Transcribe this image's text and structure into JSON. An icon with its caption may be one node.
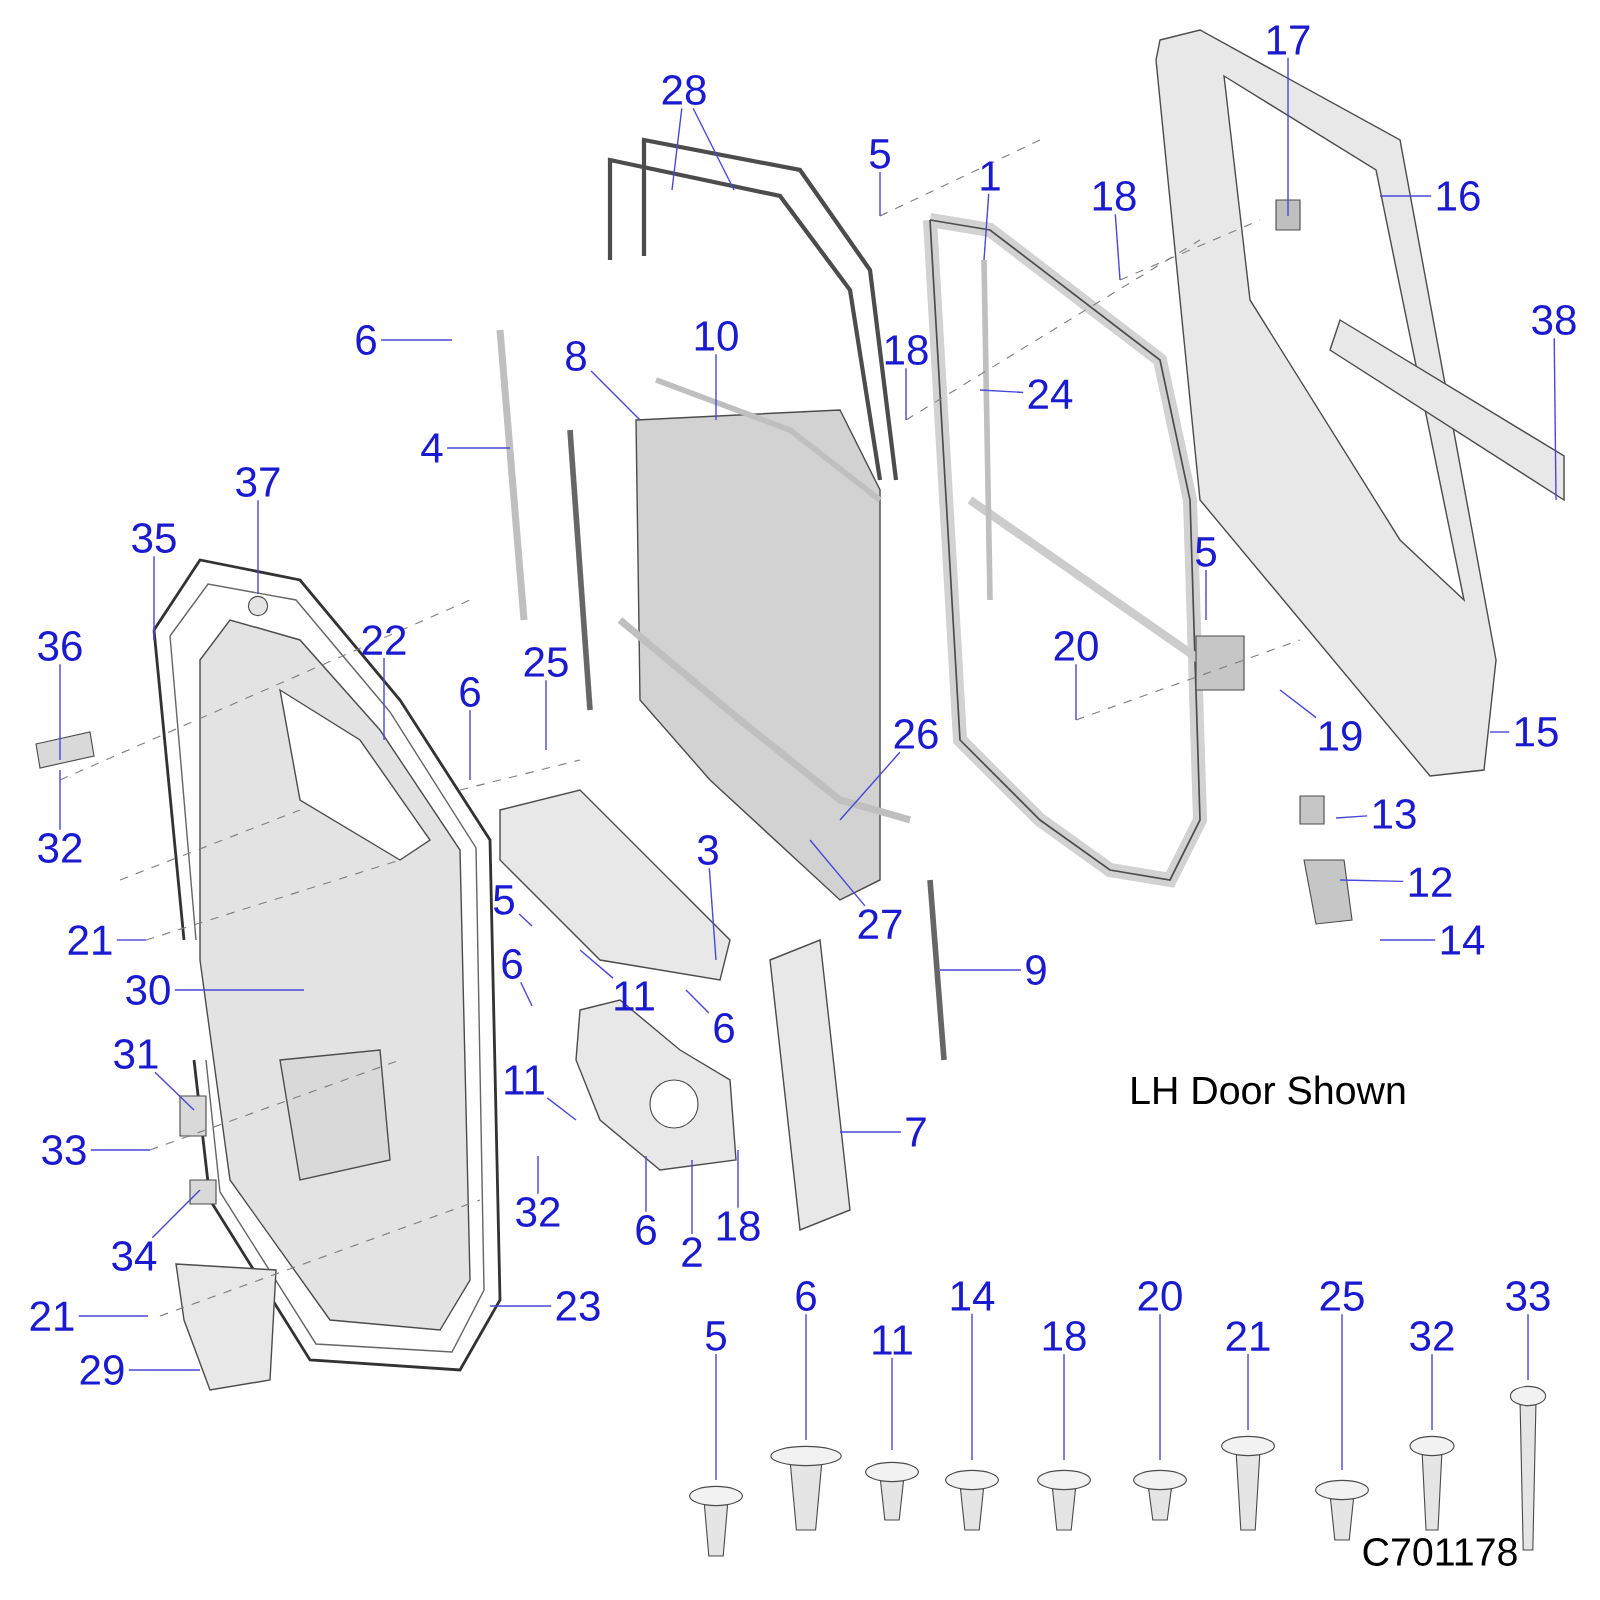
{
  "diagram": {
    "nodes": [
      {
        "text": [
          "28"
        ]
      },
      {
        "text": [
          "5"
        ]
      },
      {
        "text": [
          "1"
        ]
      },
      {
        "text": [
          "18"
        ]
      },
      {
        "text": [
          "17"
        ]
      },
      {
        "text": [
          "16"
        ]
      },
      {
        "text": [
          "6"
        ]
      },
      {
        "text": [
          "10"
        ]
      },
      {
        "text": [
          "8"
        ]
      },
      {
        "text": [
          "18"
        ]
      },
      {
        "text": [
          "24"
        ]
      },
      {
        "text": [
          "38"
        ]
      },
      {
        "text": [
          "4"
        ]
      },
      {
        "text": [
          "37"
        ]
      },
      {
        "text": [
          "35"
        ]
      },
      {
        "text": [
          "22"
        ]
      },
      {
        "text": [
          "36"
        ]
      },
      {
        "text": [
          "25"
        ]
      },
      {
        "text": [
          "6"
        ]
      },
      {
        "text": [
          "5"
        ]
      },
      {
        "text": [
          "20"
        ]
      },
      {
        "text": [
          "19"
        ]
      },
      {
        "text": [
          "15"
        ]
      },
      {
        "text": [
          "26"
        ]
      },
      {
        "text": [
          "32"
        ]
      },
      {
        "text": [
          "3"
        ]
      },
      {
        "text": [
          "5"
        ]
      },
      {
        "text": [
          "21"
        ]
      },
      {
        "text": [
          "6"
        ]
      },
      {
        "text": [
          "11"
        ]
      },
      {
        "text": [
          "6"
        ]
      },
      {
        "text": [
          "27"
        ]
      },
      {
        "text": [
          "13"
        ]
      },
      {
        "text": [
          "12"
        ]
      },
      {
        "text": [
          "14"
        ]
      },
      {
        "text": [
          "9"
        ]
      },
      {
        "text": [
          "30"
        ]
      },
      {
        "text": [
          "31"
        ]
      },
      {
        "text": [
          "11"
        ]
      },
      {
        "text": [
          "33"
        ]
      },
      {
        "text": [
          "7"
        ]
      },
      {
        "text": [
          "34"
        ]
      },
      {
        "text": [
          "6"
        ]
      },
      {
        "text": [
          "2"
        ]
      },
      {
        "text": [
          "18"
        ]
      },
      {
        "text": [
          "32"
        ]
      },
      {
        "text": [
          "23"
        ]
      },
      {
        "text": [
          "21"
        ]
      },
      {
        "text": [
          "29"
        ]
      },
      {
        "text": [
          "5"
        ]
      },
      {
        "text": [
          "6"
        ]
      },
      {
        "text": [
          "11"
        ]
      },
      {
        "text": [
          "14"
        ]
      },
      {
        "text": [
          "18"
        ]
      },
      {
        "text": [
          "20"
        ]
      },
      {
        "text": [
          "21"
        ]
      },
      {
        "text": [
          "25"
        ]
      },
      {
        "text": [
          "32"
        ]
      },
      {
        "text": [
          "33"
        ]
      }
    ],
    "edges": [
      {
        "from": 0,
        "to": null,
        "arrow": "none"
      },
      {
        "from": 0,
        "to": null,
        "arrow": "none"
      },
      {
        "from": 1,
        "to": null,
        "arrow": "none"
      },
      {
        "from": 2,
        "to": null,
        "arrow": "none"
      },
      {
        "from": 3,
        "to": null,
        "arrow": "none"
      },
      {
        "from": 4,
        "to": null,
        "arrow": "none"
      },
      {
        "from": 5,
        "to": null,
        "arrow": "none"
      },
      {
        "from": 6,
        "to": null,
        "arrow": "none"
      },
      {
        "from": 7,
        "to": null,
        "arrow": "none"
      },
      {
        "from": 8,
        "to": null,
        "arrow": "none"
      },
      {
        "from": 9,
        "to": null,
        "arrow": "none"
      },
      {
        "from": 10,
        "to": null,
        "arrow": "none"
      },
      {
        "from": 11,
        "to": null,
        "arrow": "none"
      },
      {
        "from": 12,
        "to": null,
        "arrow": "none"
      },
      {
        "from": 13,
        "to": null,
        "arrow": "none"
      },
      {
        "from": 14,
        "to": null,
        "arrow": "none"
      },
      {
        "from": 15,
        "to": null,
        "arrow": "none"
      },
      {
        "from": 16,
        "to": null,
        "arrow": "none"
      },
      {
        "from": 17,
        "to": null,
        "arrow": "none"
      },
      {
        "from": 18,
        "to": null,
        "arrow": "none"
      },
      {
        "from": 19,
        "to": null,
        "arrow": "none"
      },
      {
        "from": 20,
        "to": null,
        "arrow": "none"
      },
      {
        "from": 21,
        "to": null,
        "arrow": "none"
      },
      {
        "from": 22,
        "to": null,
        "arrow": "none"
      },
      {
        "from": 23,
        "to": null,
        "arrow": "none"
      },
      {
        "from": 24,
        "to": null,
        "arrow": "none"
      },
      {
        "from": 25,
        "to": null,
        "arrow": "none"
      },
      {
        "from": 26,
        "to": null,
        "arrow": "none"
      },
      {
        "from": 27,
        "to": null,
        "arrow": "none"
      },
      {
        "from": 28,
        "to": null,
        "arrow": "none"
      },
      {
        "from": 29,
        "to": null,
        "arrow": "none"
      },
      {
        "from": 30,
        "to": null,
        "arrow": "none"
      },
      {
        "from": 31,
        "to": null,
        "arrow": "none"
      },
      {
        "from": 32,
        "to": null,
        "arrow": "none"
      },
      {
        "from": 33,
        "to": null,
        "arrow": "none"
      },
      {
        "from": 34,
        "to": null,
        "arrow": "none"
      },
      {
        "from": 35,
        "to": null,
        "arrow": "none"
      },
      {
        "from": 36,
        "to": null,
        "arrow": "none"
      },
      {
        "from": 37,
        "to": null,
        "arrow": "none"
      },
      {
        "from": 38,
        "to": null,
        "arrow": "none"
      },
      {
        "from": 39,
        "to": null,
        "arrow": "none"
      },
      {
        "from": 40,
        "to": null,
        "arrow": "none"
      },
      {
        "from": 41,
        "to": null,
        "arrow": "none"
      },
      {
        "from": 42,
        "to": null,
        "arrow": "none"
      },
      {
        "from": 43,
        "to": null,
        "arrow": "none"
      },
      {
        "from": 44,
        "to": null,
        "arrow": "none"
      },
      {
        "from": 45,
        "to": null,
        "arrow": "none"
      },
      {
        "from": 46,
        "to": null,
        "arrow": "none"
      },
      {
        "from": 47,
        "to": null,
        "arrow": "none"
      },
      {
        "from": 48,
        "to": null,
        "arrow": "none"
      },
      {
        "from": 49,
        "to": null,
        "arrow": "none"
      },
      {
        "from": 50,
        "to": null,
        "arrow": "none"
      },
      {
        "from": 51,
        "to": null,
        "arrow": "none"
      },
      {
        "from": 52,
        "to": null,
        "arrow": "none"
      },
      {
        "from": 53,
        "to": null,
        "arrow": "none"
      },
      {
        "from": 54,
        "to": null,
        "arrow": "none"
      },
      {
        "from": 55,
        "to": null,
        "arrow": "none"
      },
      {
        "from": 56,
        "to": null,
        "arrow": "none"
      },
      {
        "from": 57,
        "to": null,
        "arrow": "none"
      },
      {
        "from": 58,
        "to": null,
        "arrow": "none"
      }
    ],
    "labels": [
      "LH Door Shown",
      "C701178"
    ]
  }
}
